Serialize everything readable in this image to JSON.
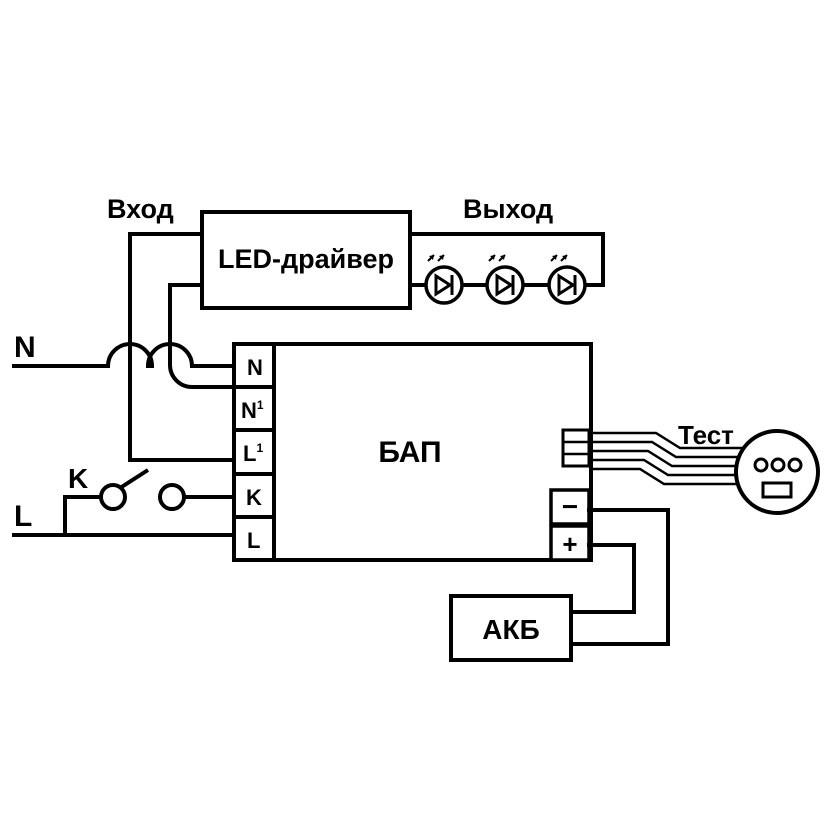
{
  "labels": {
    "input": "Вход",
    "output": "Выход",
    "driver": "LED-драйвер",
    "bap": "БАП",
    "test": "Тест",
    "battery": "АКБ",
    "line_n": "N",
    "line_l": "L",
    "switch_k": "K"
  },
  "terminals": [
    {
      "main": "N",
      "sup": ""
    },
    {
      "main": "N",
      "sup": "1"
    },
    {
      "main": "L",
      "sup": "1"
    },
    {
      "main": "K",
      "sup": ""
    },
    {
      "main": "L",
      "sup": ""
    }
  ],
  "battery_terminals": {
    "minus": "−",
    "plus": "+"
  },
  "colors": {
    "line": "#000000",
    "background": "#ffffff"
  }
}
